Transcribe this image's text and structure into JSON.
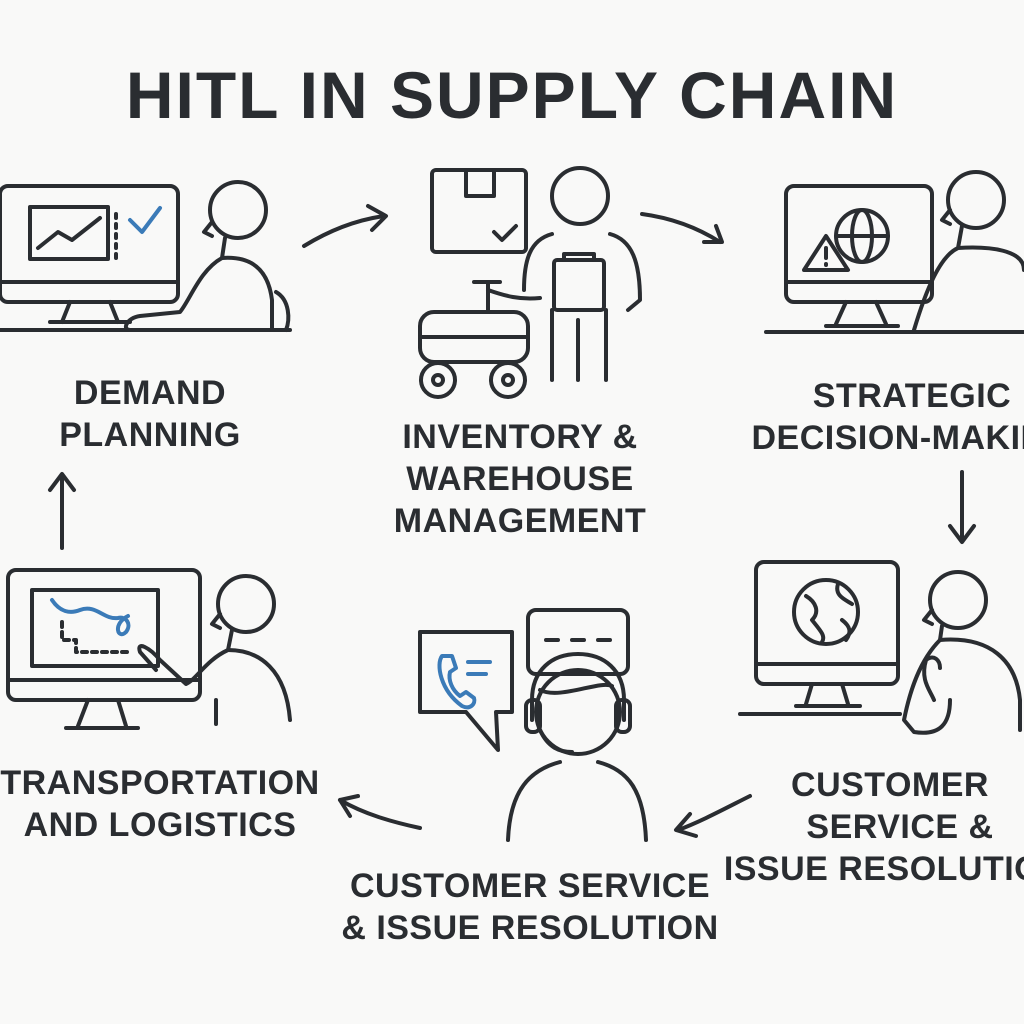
{
  "title": "HITL IN SUPPLY CHAIN",
  "colors": {
    "ink": "#2a2d31",
    "accent": "#3b7bb8",
    "background": "#f9f9f8"
  },
  "stages": [
    {
      "id": "demand",
      "lines": [
        "DEMAND",
        "PLANNING"
      ],
      "icon": "analyst-monitor-chart-icon"
    },
    {
      "id": "inventory",
      "lines": [
        "INVENTORY &",
        "WAREHOUSE",
        "MANAGEMENT"
      ],
      "icon": "warehouse-worker-robot-icon"
    },
    {
      "id": "strategic",
      "lines": [
        "STRATEGIC",
        "DECISION-MAKING"
      ],
      "icon": "globe-warning-monitor-icon"
    },
    {
      "id": "customer-right",
      "lines": [
        "CUSTOMER",
        "SERVICE &",
        "ISSUE RESOLUTION"
      ],
      "icon": "thinking-person-globe-icon"
    },
    {
      "id": "customer-bottom",
      "lines": [
        "CUSTOMER SERVICE",
        "& ISSUE RESOLUTION"
      ],
      "icon": "headset-agent-icon"
    },
    {
      "id": "transport",
      "lines": [
        "TRANSPORTATION",
        "AND LOGISTICS"
      ],
      "icon": "route-map-monitor-icon"
    }
  ]
}
